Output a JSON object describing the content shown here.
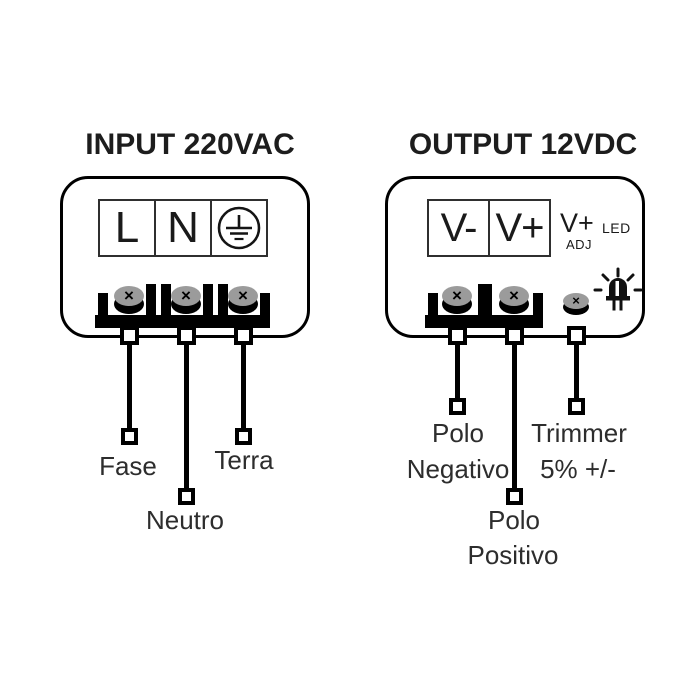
{
  "diagram": {
    "screw_mark": "×",
    "input": {
      "title": "INPUT 220VAC",
      "cells": [
        "L",
        "N"
      ],
      "wire_labels": {
        "fase": "Fase",
        "neutro": "Neutro",
        "terra": "Terra"
      }
    },
    "output": {
      "title": "OUTPUT 12VDC",
      "cells": [
        "V-",
        "V+"
      ],
      "vadj_line1": "V+",
      "vadj_line2": "ADJ",
      "led": "LED",
      "wire_labels": {
        "polo_negativo_line1": "Polo",
        "polo_negativo_line2": "Negativo",
        "polo_positivo_line1": "Polo",
        "polo_positivo_line2": "Positivo",
        "trimmer_line1": "Trimmer",
        "trimmer_line2": "5% +/-"
      }
    },
    "icons": {
      "ground": "protective-earth-icon",
      "led": "led-icon",
      "screw": "screw-head-icon"
    },
    "colors": {
      "ink": "#000000",
      "title_text": "#1d1d1d",
      "label_text": "#2d2d2d",
      "screw_gray": "#9b9b9b"
    }
  }
}
